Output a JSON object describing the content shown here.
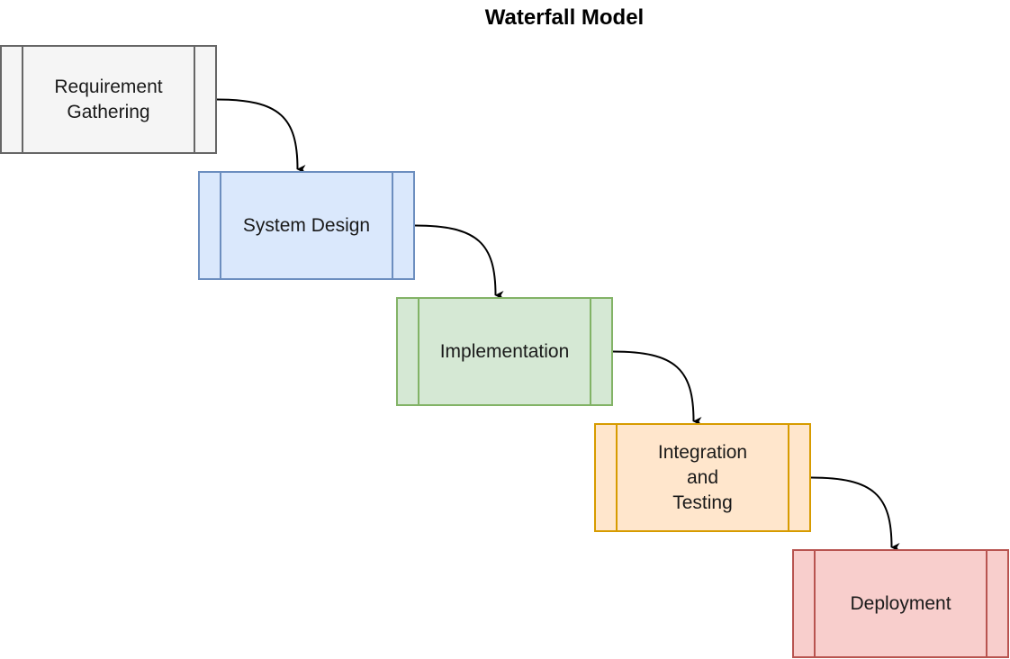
{
  "title": "Waterfall Model",
  "steps": [
    {
      "label": "Requirement\nGathering",
      "fill": "#f5f5f5",
      "stroke": "#666666"
    },
    {
      "label": "System Design",
      "fill": "#dae8fc",
      "stroke": "#6c8ebf"
    },
    {
      "label": "Implementation",
      "fill": "#d5e8d4",
      "stroke": "#82b366"
    },
    {
      "label": "Integration\nand\nTesting",
      "fill": "#ffe6cc",
      "stroke": "#d79b00"
    },
    {
      "label": "Deployment",
      "fill": "#f8cecc",
      "stroke": "#b85450"
    }
  ],
  "edges": [
    {
      "from": 0,
      "to": 1
    },
    {
      "from": 1,
      "to": 2
    },
    {
      "from": 2,
      "to": 3
    },
    {
      "from": 3,
      "to": 4
    }
  ]
}
